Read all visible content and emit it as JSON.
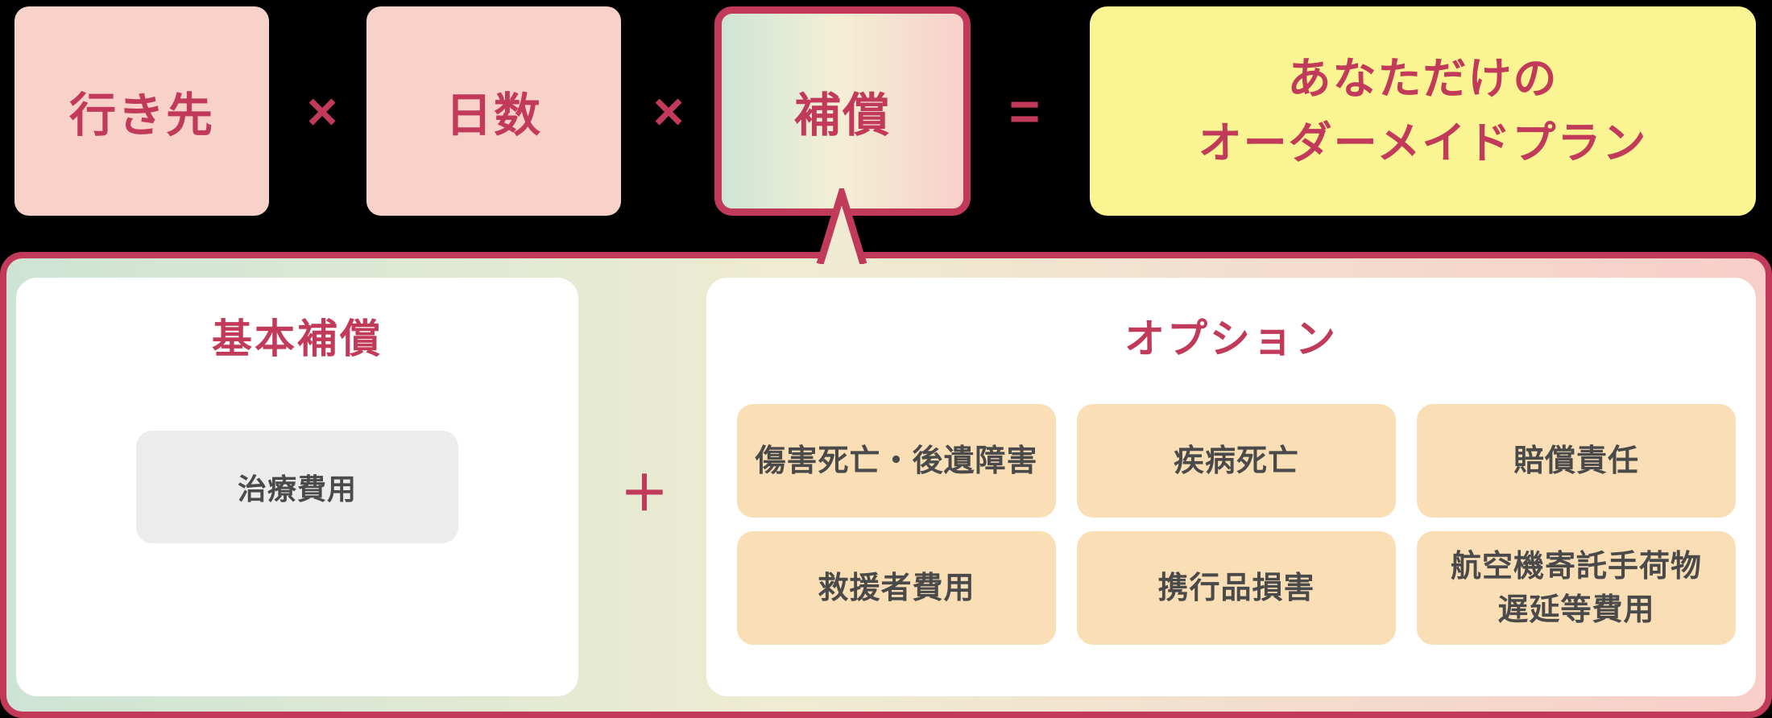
{
  "colors": {
    "accent": "#c23a5a",
    "pink_box": "#f8d2c8",
    "yellow_box": "#faf493",
    "gradient_green": "#cee5d6",
    "gradient_cream": "#f3efd4",
    "gradient_pink": "#f8d0ca",
    "orange_item": "#fadfb6",
    "gray_item": "#ececec",
    "dark_text": "#4a4a4a"
  },
  "formula": {
    "factors": [
      {
        "label": "行き先"
      },
      {
        "label": "日数"
      },
      {
        "label": "補償"
      }
    ],
    "operators": [
      "×",
      "×",
      "="
    ],
    "result": {
      "line1": "あなただけの",
      "line2": "オーダーメイドプラン"
    }
  },
  "detail_panel": {
    "basic": {
      "title": "基本補償",
      "items": [
        "治療費用"
      ]
    },
    "plus_sign": "＋",
    "options": {
      "title": "オプション",
      "items": [
        "傷害死亡・後遺障害",
        "疾病死亡",
        "賠償責任",
        "救援者費用",
        "携行品損害",
        "航空機寄託手荷物\n遅延等費用"
      ]
    }
  }
}
